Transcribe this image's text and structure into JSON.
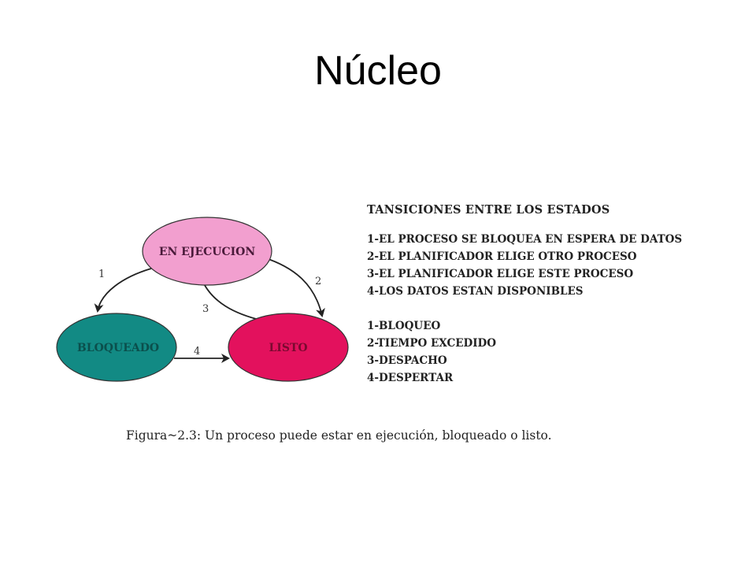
{
  "slide": {
    "title": "Núcleo"
  },
  "diagram": {
    "states": {
      "running": "EN EJECUCION",
      "blocked": "BLOQUEADO",
      "ready": "LISTO"
    },
    "transition_numbers": {
      "t1": "1",
      "t2": "2",
      "t3": "3",
      "t4": "4"
    },
    "colors": {
      "running": "#f29fcf",
      "blocked": "#128a84",
      "ready": "#e3115d"
    }
  },
  "legend": {
    "title": "TANSICIONES ENTRE LOS ESTADOS",
    "transitions": [
      "1-EL PROCESO SE BLOQUEA EN ESPERA DE DATOS",
      "2-EL PLANIFICADOR ELIGE OTRO PROCESO",
      "3-EL PLANIFICADOR ELIGE ESTE PROCESO",
      "4-LOS DATOS ESTAN DISPONIBLES"
    ],
    "names": [
      "1-BLOQUEO",
      "2-TIEMPO EXCEDIDO",
      "3-DESPACHO",
      "4-DESPERTAR"
    ]
  },
  "caption": "Figura~2.3: Un proceso puede estar en ejecución, bloqueado o listo."
}
